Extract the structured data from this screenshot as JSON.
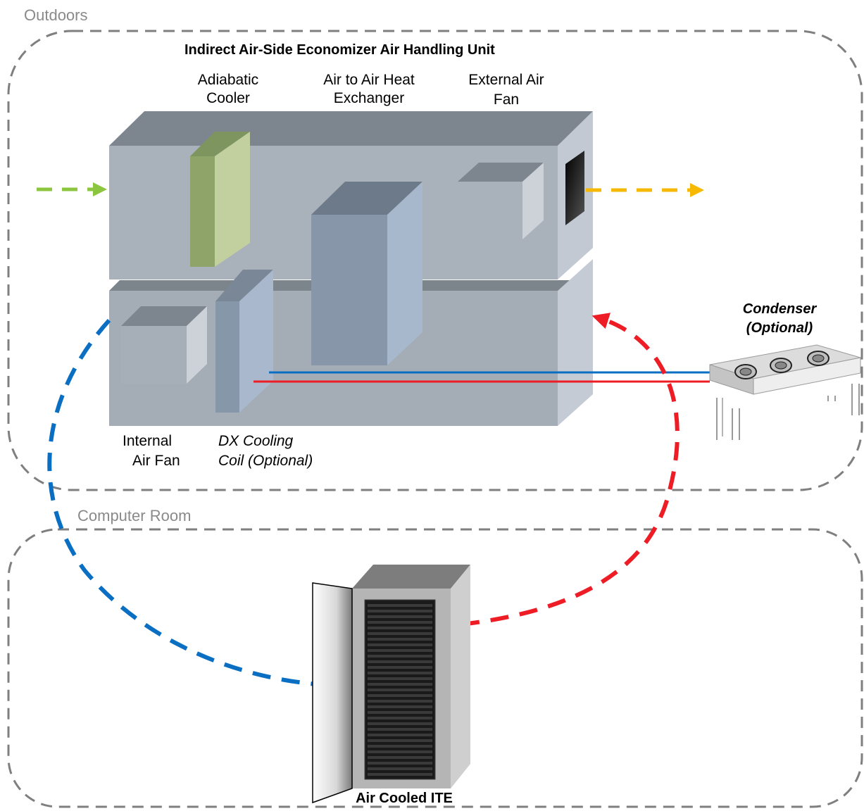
{
  "zones": {
    "outdoors": "Outdoors",
    "computer_room": "Computer Room"
  },
  "ahu": {
    "title": "Indirect Air-Side Economizer Air Handling Unit",
    "adiabatic_cooler": [
      "Adiabatic",
      "Cooler"
    ],
    "heat_exchanger": [
      "Air to Air Heat",
      "Exchanger"
    ],
    "external_fan": [
      "External Air",
      "Fan"
    ],
    "internal_fan": [
      "Internal",
      "Air Fan"
    ],
    "dx_coil": [
      "DX Cooling",
      "Coil (Optional)"
    ]
  },
  "condenser": [
    "Condenser",
    "(Optional)"
  ],
  "ite": "Air Cooled ITE",
  "colors": {
    "outside_air": "#8cc63f",
    "exhaust_air": "#f6b800",
    "supply_air": "#0a6fc2",
    "return_air": "#ee1c24",
    "zone_border": "#7f7f7f"
  }
}
